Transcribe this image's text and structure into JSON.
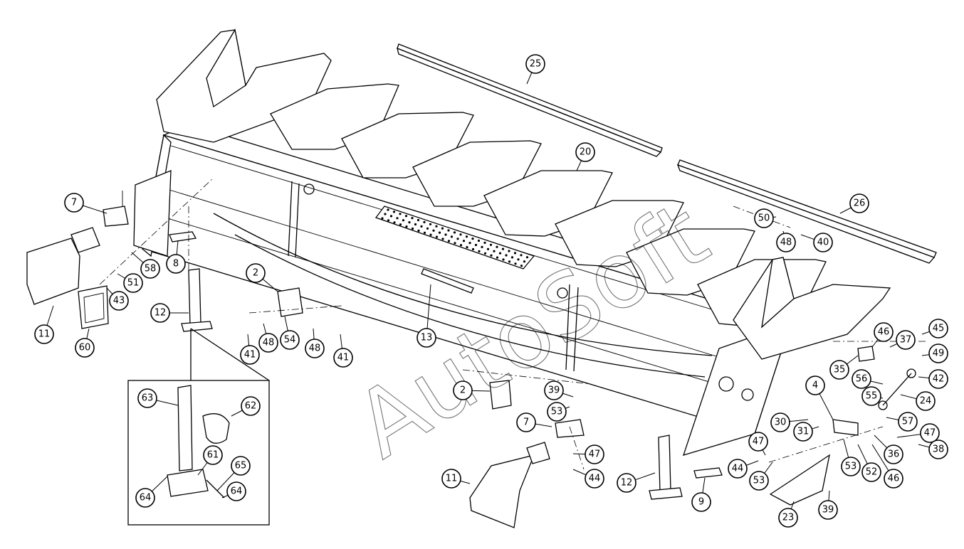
{
  "watermark": "AutoSoft",
  "callouts": [
    {
      "label": "25"
    },
    {
      "label": "20"
    },
    {
      "label": "26"
    },
    {
      "label": "7"
    },
    {
      "label": "50"
    },
    {
      "label": "48"
    },
    {
      "label": "40"
    },
    {
      "label": "8"
    },
    {
      "label": "58"
    },
    {
      "label": "51"
    },
    {
      "label": "43"
    },
    {
      "label": "2"
    },
    {
      "label": "12"
    },
    {
      "label": "11"
    },
    {
      "label": "60"
    },
    {
      "label": "41"
    },
    {
      "label": "48"
    },
    {
      "label": "54"
    },
    {
      "label": "48"
    },
    {
      "label": "41"
    },
    {
      "label": "13"
    },
    {
      "label": "46"
    },
    {
      "label": "37"
    },
    {
      "label": "45"
    },
    {
      "label": "49"
    },
    {
      "label": "35"
    },
    {
      "label": "56"
    },
    {
      "label": "4"
    },
    {
      "label": "42"
    },
    {
      "label": "55"
    },
    {
      "label": "24"
    },
    {
      "label": "2"
    },
    {
      "label": "39"
    },
    {
      "label": "53"
    },
    {
      "label": "7"
    },
    {
      "label": "30"
    },
    {
      "label": "31"
    },
    {
      "label": "57"
    },
    {
      "label": "63"
    },
    {
      "label": "62"
    },
    {
      "label": "61"
    },
    {
      "label": "65"
    },
    {
      "label": "64"
    },
    {
      "label": "64"
    },
    {
      "label": "47"
    },
    {
      "label": "44"
    },
    {
      "label": "47"
    },
    {
      "label": "44"
    },
    {
      "label": "53"
    },
    {
      "label": "52"
    },
    {
      "label": "46"
    },
    {
      "label": "36"
    },
    {
      "label": "53"
    },
    {
      "label": "47"
    },
    {
      "label": "38"
    },
    {
      "label": "11"
    },
    {
      "label": "12"
    },
    {
      "label": "9"
    },
    {
      "label": "23"
    },
    {
      "label": "39"
    }
  ]
}
